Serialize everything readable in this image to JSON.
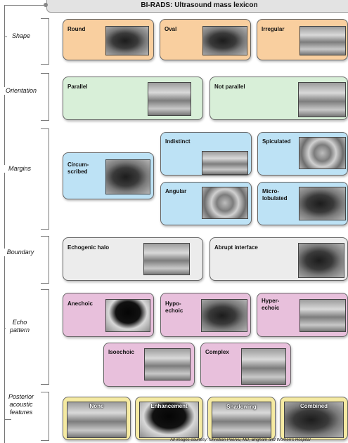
{
  "title": "BI-RADS: Ultrasound mass lexicon",
  "sections": {
    "shape": "Shape",
    "orientation": "Orientation",
    "margins": "Margins",
    "boundary": "Boundary",
    "echo_pattern_1": "Echo",
    "echo_pattern_2": "pattern",
    "posterior_1": "Posterior",
    "posterior_2": "acoustic",
    "posterior_3": "features"
  },
  "shape": {
    "round": "Round",
    "oval": "Oval",
    "irregular": "Irregular"
  },
  "orientation": {
    "parallel": "Parallel",
    "not_parallel": "Not parallel"
  },
  "margins": {
    "circumscribed_1": "Circum-",
    "circumscribed_2": "scribed",
    "indistinct": "Indistinct",
    "spiculated": "Spiculated",
    "angular": "Angular",
    "microlobulated_1": "Micro-",
    "microlobulated_2": "lobulated"
  },
  "boundary": {
    "echogenic_halo": "Echogenic halo",
    "abrupt_interface": "Abrupt interface"
  },
  "echo": {
    "anechoic": "Anechoic",
    "hypo_1": "Hypo-",
    "hypo_2": "echoic",
    "hyper_1": "Hyper-",
    "hyper_2": "echoic",
    "isoechoic": "Isoechoic",
    "complex": "Complex"
  },
  "posterior": {
    "none": "None",
    "enhancement": "Enhancement",
    "shadowing": "Shadowing",
    "combined": "Combined"
  },
  "footer": "All images courtesy: Christian Poorvu, MD, Brigham and Women's Hospital"
}
